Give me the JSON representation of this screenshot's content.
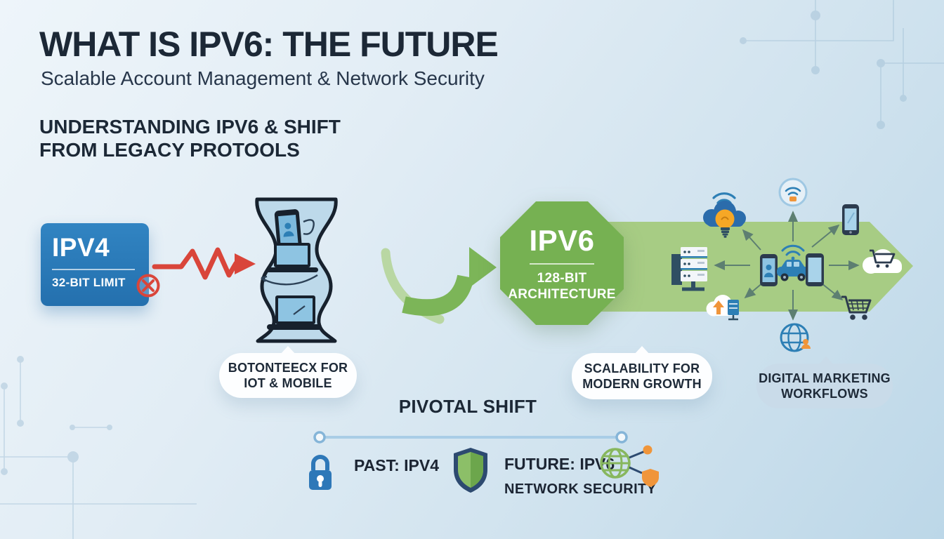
{
  "header": {
    "title": "WHAT IS IPV6: THE FUTURE",
    "subtitle": "Scalable Account Management & Network Security",
    "section_heading_line1": "UNDERSTANDING IPV6 & SHIFT",
    "section_heading_line2": "FROM LEGACY PROTOOLS"
  },
  "ipv4_card": {
    "title": "IPV4",
    "subtitle": "32-BIT LIMIT"
  },
  "ipv6_badge": {
    "title": "IPV6",
    "subtitle_line1": "128-BIT",
    "subtitle_line2": "ARCHITECTURE"
  },
  "captions": {
    "bottleneck": {
      "line1": "BOTONTEECX FOR",
      "line2": "IOT & MOBILE"
    },
    "scalability": {
      "line1": "SCALABILITY FOR",
      "line2": "MODERN GROWTH"
    },
    "workflows": {
      "line1": "DIGITAL MARKETING",
      "line2": "WORKFLOWS"
    }
  },
  "timeline": {
    "heading": "PIVOTAL SHIFT",
    "past_label": "PAST: IPV4",
    "future_label": "FUTURE: IPV6",
    "security_label": "NETWORK SECURITY"
  },
  "icons": [
    "prohibition-icon",
    "zigzag-arrow-icon",
    "bottleneck-devices-icon",
    "curved-arrow-icon",
    "server-rack-icon",
    "cloud-lightbulb-icon",
    "wifi-icon",
    "iot-badge-icon",
    "smartphone-icon",
    "connected-car-icon",
    "cloud-cart-icon",
    "shopping-cart-icon",
    "globe-icon",
    "cloud-upload-icon",
    "padlock-icon",
    "shield-icon",
    "globe-security-icon",
    "circuit-pattern"
  ],
  "colors": {
    "background_top": "#eef5fa",
    "background_bottom": "#bcd7e8",
    "ipv4_blue": "#2a79b8",
    "ipv6_green": "#76b152",
    "band_green": "#a7cc84",
    "alert_red": "#d9453a",
    "accent_orange": "#f0953a",
    "icon_blue": "#2d7fb5",
    "navy": "#2c3b4e",
    "timeline_blue": "#a9cde6",
    "text_dark": "#1c2836"
  }
}
